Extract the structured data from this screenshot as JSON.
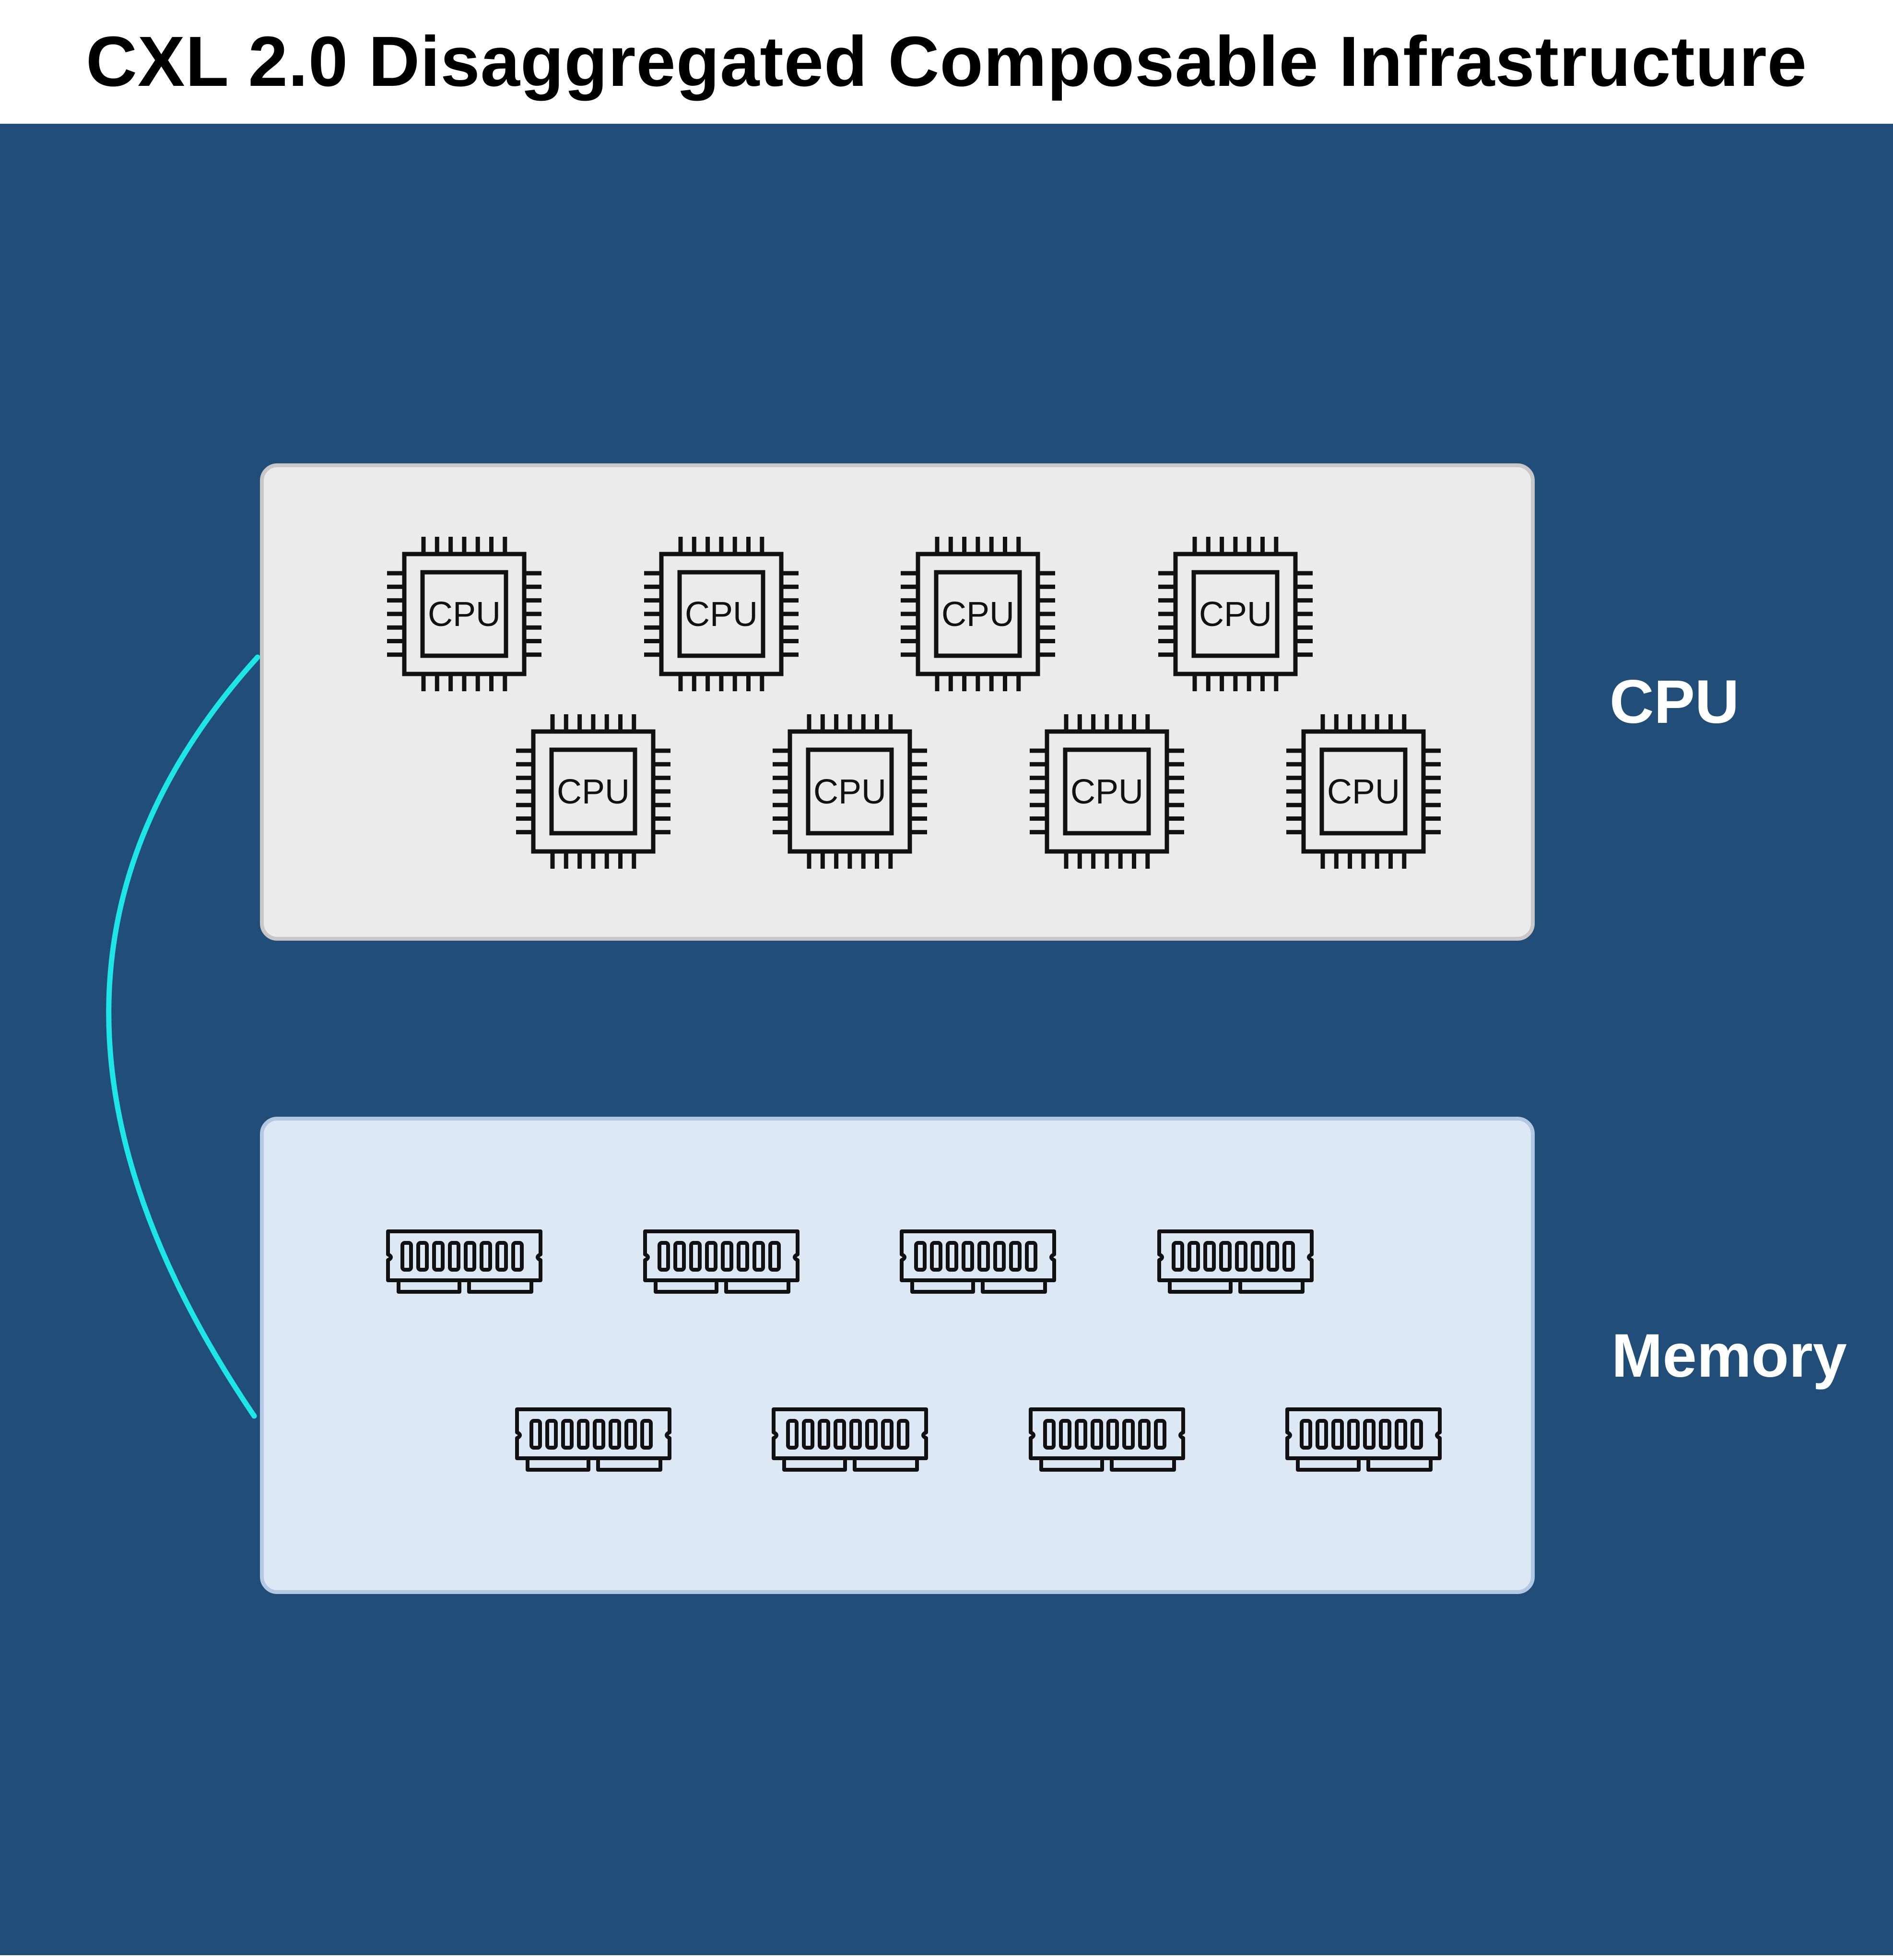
{
  "title": "CXL 2.0 Disaggregated Composable Infrastructure",
  "pools": [
    {
      "label": "CPU",
      "icon": "cpu-chip-icon",
      "icon_text": "CPU",
      "count": 8,
      "rows": [
        4,
        4
      ]
    },
    {
      "label": "Memory",
      "icon": "memory-module-icon",
      "count": 8,
      "rows": [
        4,
        4
      ]
    }
  ],
  "colors": {
    "background": "#214e78",
    "cpu_panel": "#ebebeb",
    "memory_panel": "#dde8f5",
    "connector": "#1ee6e6",
    "label_text": "#ffffff"
  }
}
